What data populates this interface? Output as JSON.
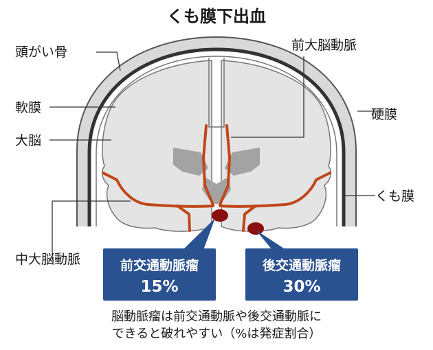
{
  "title": "くも膜下出血",
  "labels": {
    "skull": "頭がい骨",
    "pia": "軟膜",
    "cerebrum": "大脳",
    "mca": "中大脳動脈",
    "aca": "前大脳動脈",
    "dura": "硬膜",
    "arachnoid": "くも膜"
  },
  "boxes": [
    {
      "name": "前交通動脈瘤",
      "percent": "15%",
      "value": 15
    },
    {
      "name": "後交通動脈瘤",
      "percent": "30%",
      "value": 30
    }
  ],
  "note": {
    "line1": "脳動脈瘤は前交通動脈や後交通動脈に",
    "line2": "できると破れやすい（%は発症割合）"
  },
  "colors": {
    "artery": "#c0461a",
    "aneurysm": "#8a1010",
    "box": "#2a5190",
    "brain": "#e4e4e4",
    "ventricle": "#a3a3a3"
  }
}
